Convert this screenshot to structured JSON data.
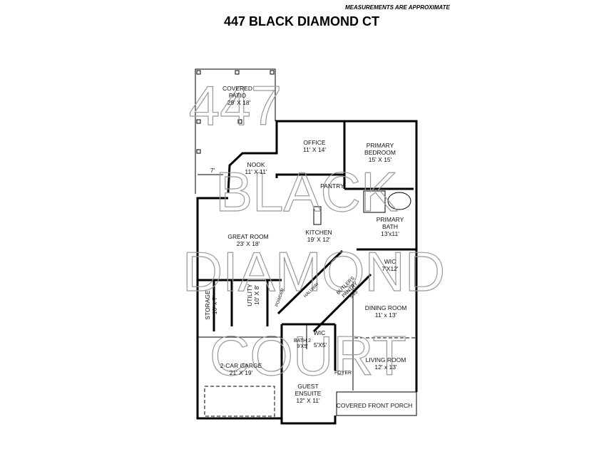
{
  "header": {
    "note": "MEASUREMENTS ARE APPROXIMATE",
    "title": "447 BLACK DIAMOND CT"
  },
  "watermark": [
    "447",
    "BLACK",
    "DIAMOND",
    "COURT"
  ],
  "rooms": {
    "patio": {
      "name1": "COVERED",
      "name2": "PATIO",
      "size": "29' X 18'"
    },
    "office": {
      "name": "OFFICE",
      "size": "11' X 14'"
    },
    "primary_bedroom": {
      "name1": "PRIMARY",
      "name2": "BEDROOM",
      "size": "15' X 15'"
    },
    "nook": {
      "name": "NOOK",
      "size": "11' X 11'"
    },
    "patio_depth": "7'",
    "pantry": "PANTRY",
    "great_room": {
      "name": "GREAT ROOM",
      "size": "23' X 18'"
    },
    "kitchen": {
      "name": "KITCHEN",
      "size": "19' X 12'"
    },
    "primary_bath": {
      "name1": "PRIMARY",
      "name2": "BATH",
      "size": "13'x11'"
    },
    "wic_primary": {
      "name": "WIC",
      "size": "7'X12'"
    },
    "storage": {
      "name": "STORAGE",
      "size": "10' x 7'"
    },
    "utility": {
      "name": "UTILITY",
      "size": "10' X 8'"
    },
    "powder": "POWDER",
    "hallway": "HALLWAY",
    "butlers_pantry": {
      "name1": "BUTLERS",
      "name2": "PANTRY",
      "size": "5'x5'"
    },
    "dining_room": {
      "name": "DINING ROOM",
      "size": "11' x 13'"
    },
    "bath2": {
      "name": "BATH 2",
      "size": "9'X5'"
    },
    "wic_guest": {
      "name": "WIC",
      "size": "5'X5'"
    },
    "garage": {
      "name": "2-CAR GARGE",
      "size": "21' X 19'"
    },
    "living_room": {
      "name": "LIVING ROOM",
      "size": "12' x 13'"
    },
    "foyer": "FOYER",
    "guest_ensuite": {
      "name1": "GUEST",
      "name2": "ENSUITE",
      "size": "12\" X 11'"
    },
    "front_porch": "COVERED FRONT PORCH"
  }
}
